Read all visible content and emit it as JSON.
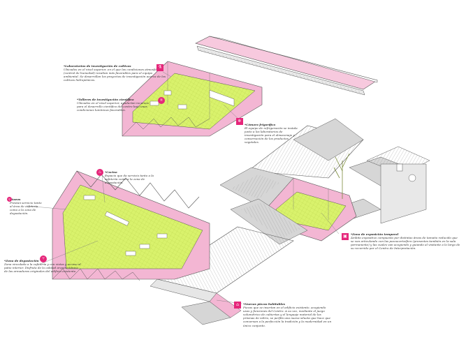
{
  "palette": {
    "pink": "#f3b6d3",
    "pink_dark": "#e5267a",
    "lime": "#d9f26c",
    "grey_roof": "#d6d6d6",
    "line": "#555555"
  },
  "labels": {
    "laboratorios": {
      "title": "*Laboratorios de investigación de cultivos",
      "body": "Ubicados en el nivel superior, en el que las condiciones atmosféricas (control de humedad) resultan más favorables para el equipo ambiental. Se desarrollan los proyectos de investigación acerca de los cultivos hidropónicos.",
      "icon": "flask-icon"
    },
    "talleres": {
      "title": "*Talleres de investigación científica",
      "body": "Ubicados en el nivel superior, ayudarían recursos para el desarrollo científico del centro bajo unas condiciones lumínicas favorables.",
      "icon": "atom-icon"
    },
    "camara": {
      "title": "*Cámara frigorífica",
      "body": "El equipo de refrigeración se instala junto a los laboratorios de investigación para el almacenaje y conservación de los productos vegetales.",
      "icon": "thermometer-icon"
    },
    "cocina": {
      "title": "*Cocina",
      "body": "Espacio que da servicio tanto a la cafetería como a la zona de degustación.",
      "icon": "pot-icon"
    },
    "aseos": {
      "title": "*Aseos",
      "body": "Prestan servicio tanto al área de cafetería como a la zona de degustación.",
      "icon": "wc-icon"
    },
    "degustacion": {
      "title": "*Zona de degustación",
      "body": "Zona vinculada a la cafetería y con vistas y acceso al patio interior. Disfruta de la calidad arquitectónica de las armaduras originales del edificio existente.",
      "icon": "fork-knife-icon"
    },
    "exposicion": {
      "title": "*Zona de exposición temporal",
      "body": "Ámbito expositivo compuesto por distintas áreas de tamaño reducido que se van articulando con las poscacerteífero (presentes también en la sala permanente) y las cuales van acogiendo y guiando al visitante a lo largo de su recorrido por el Centro de Interpretación.",
      "icon": "frame-icon"
    },
    "nuevas": {
      "title": "*Nuevas piezas habitables",
      "body": "Piezas que se insertan en el edificio existente, acogiendo usos y funciones del Centro. A su vez, mediante el juego volumétrico de cubiertas y el lenguaje material de los prismas de vidrio, se perfila una nueva silueta que hace que conversan a la perfección la tradición y la modernidad en un único conjunto.",
      "icon": "house-icon"
    }
  }
}
